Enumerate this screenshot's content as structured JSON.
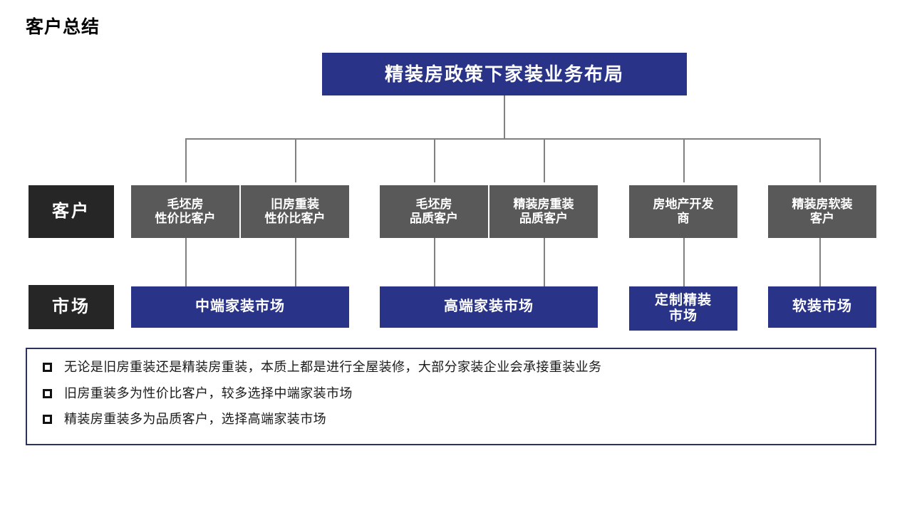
{
  "page": {
    "title": "客户总结"
  },
  "diagram": {
    "root": {
      "label": "精装房政策下家装业务布局",
      "color": "#293387"
    },
    "row_labels": {
      "customer": "客户",
      "market": "市场",
      "color": "#262626"
    },
    "customers": [
      {
        "label": "毛坯房\n性价比客户",
        "color": "#595959"
      },
      {
        "label": "旧房重装\n性价比客户",
        "color": "#595959"
      },
      {
        "label": "毛坯房\n品质客户",
        "color": "#595959"
      },
      {
        "label": "精装房重装\n品质客户",
        "color": "#595959"
      },
      {
        "label": "房地产开发\n商",
        "color": "#595959"
      },
      {
        "label": "精装房软装\n客户",
        "color": "#595959"
      }
    ],
    "markets": [
      {
        "label": "中端家装市场",
        "color": "#293387"
      },
      {
        "label": "高端家装市场",
        "color": "#293387"
      },
      {
        "label": "定制精装\n市场",
        "color": "#293387"
      },
      {
        "label": "软装市场",
        "color": "#293387"
      }
    ],
    "connector_color": "#808080"
  },
  "notes": {
    "border_color": "#2b3260",
    "bullet_glyph": "square",
    "items": [
      "无论是旧房重装还是精装房重装，本质上都是进行全屋装修，大部分家装企业会承接重装业务",
      "旧房重装多为性价比客户，较多选择中端家装市场",
      "精装房重装多为品质客户，选择高端家装市场"
    ]
  }
}
